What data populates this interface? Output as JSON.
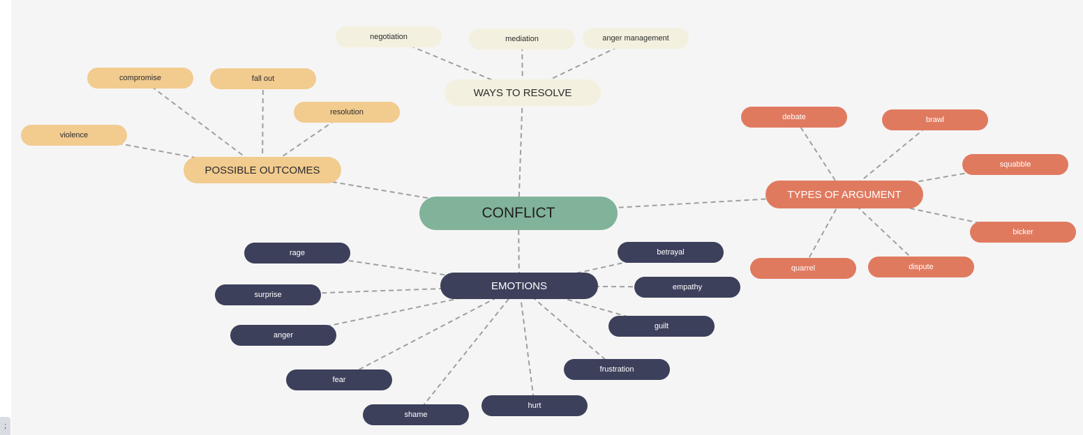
{
  "root": {
    "id": "conflict",
    "label": "CONFLICT"
  },
  "branches": [
    {
      "id": "outcomes",
      "label": "POSSIBLE OUTCOMES",
      "color": "#f2cb8f",
      "children": [
        {
          "id": "compromise",
          "label": "compromise"
        },
        {
          "id": "fall-out",
          "label": "fall out"
        },
        {
          "id": "resolution",
          "label": "resolution"
        },
        {
          "id": "violence",
          "label": "violence"
        }
      ]
    },
    {
      "id": "resolve",
      "label": "WAYS TO RESOLVE",
      "color": "#f4f0df",
      "children": [
        {
          "id": "negotiation",
          "label": "negotiation"
        },
        {
          "id": "mediation",
          "label": "mediation"
        },
        {
          "id": "anger-management",
          "label": "anger management"
        }
      ]
    },
    {
      "id": "argument",
      "label": "TYPES OF ARGUMENT",
      "color": "#e07a5f",
      "children": [
        {
          "id": "debate",
          "label": "debate"
        },
        {
          "id": "brawl",
          "label": "brawl"
        },
        {
          "id": "squabble",
          "label": "squabble"
        },
        {
          "id": "bicker",
          "label": "bicker"
        },
        {
          "id": "dispute",
          "label": "dispute"
        },
        {
          "id": "quarrel",
          "label": "quarrel"
        }
      ]
    },
    {
      "id": "emotions",
      "label": "EMOTIONS",
      "color": "#3d405b",
      "children": [
        {
          "id": "rage",
          "label": "rage"
        },
        {
          "id": "surprise",
          "label": "surprise"
        },
        {
          "id": "anger",
          "label": "anger"
        },
        {
          "id": "fear",
          "label": "fear"
        },
        {
          "id": "shame",
          "label": "shame"
        },
        {
          "id": "hurt",
          "label": "hurt"
        },
        {
          "id": "frustration",
          "label": "frustration"
        },
        {
          "id": "guilt",
          "label": "guilt"
        },
        {
          "id": "empathy",
          "label": "empathy"
        },
        {
          "id": "betrayal",
          "label": "betrayal"
        }
      ]
    }
  ],
  "colors": {
    "root": "#81b29a",
    "connector": "#9e9e9e"
  }
}
